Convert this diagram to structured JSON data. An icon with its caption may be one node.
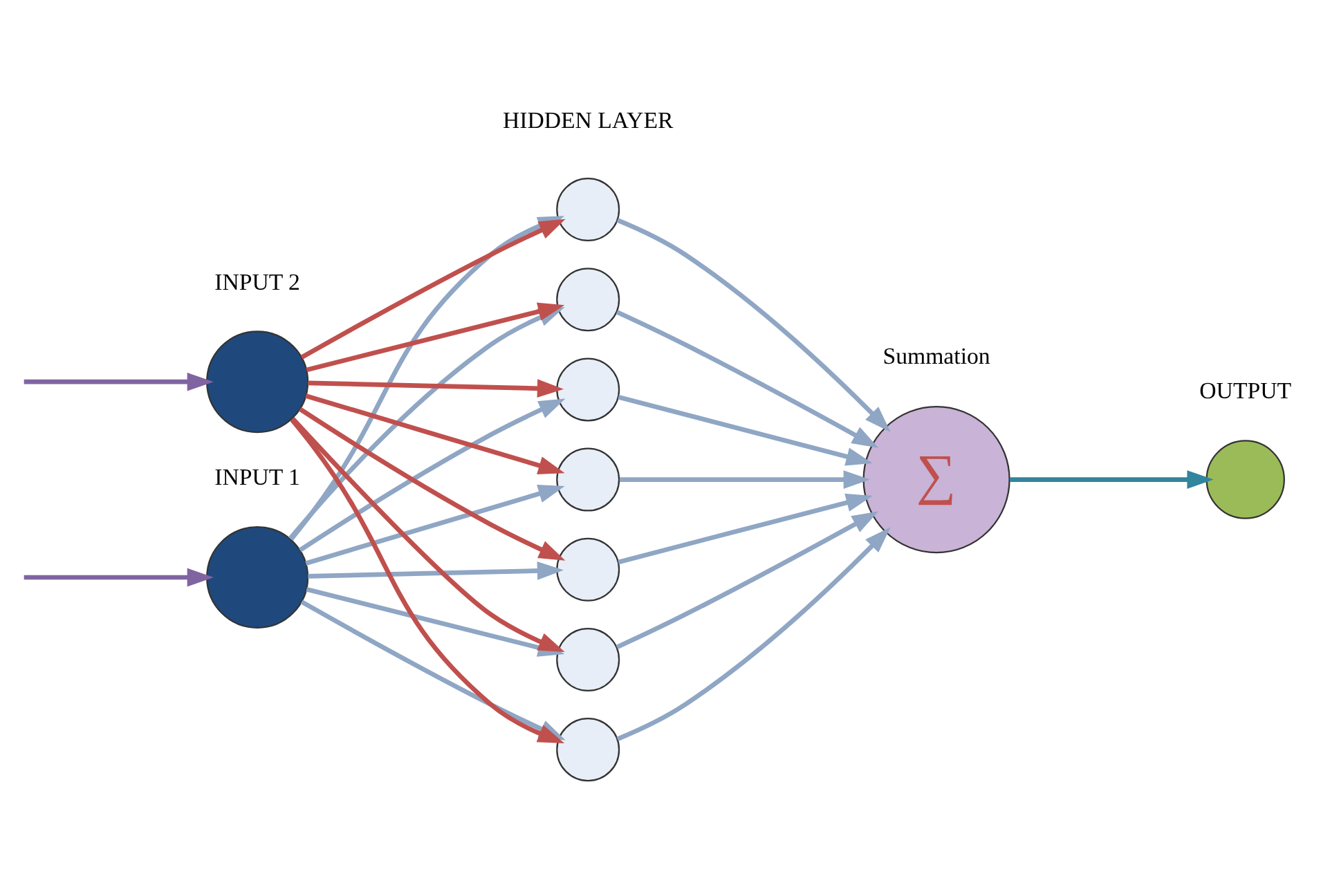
{
  "diagram": {
    "nodes": [
      {
        "text": [],
        "shape": "circle",
        "beside": [
          "INPUT 1"
        ]
      },
      {
        "text": [],
        "shape": "circle",
        "beside": [
          "INPUT 2"
        ]
      },
      {
        "text": [],
        "shape": "circle"
      },
      {
        "text": [],
        "shape": "circle"
      },
      {
        "text": [],
        "shape": "circle"
      },
      {
        "text": [],
        "shape": "circle"
      },
      {
        "text": [],
        "shape": "circle"
      },
      {
        "text": [],
        "shape": "circle"
      },
      {
        "text": [],
        "shape": "circle"
      },
      {
        "text": [
          "∑"
        ],
        "beside": [
          "Summation"
        ]
      },
      {
        "text": [],
        "shape": "circle",
        "beside": [
          "OUTPUT"
        ]
      }
    ],
    "edges": [
      {
        "from": null,
        "to": 0,
        "arrow": "to",
        "color": "#8064a2"
      },
      {
        "from": null,
        "to": 1,
        "arrow": "to",
        "color": "#8064a2"
      },
      {
        "from": 0,
        "to": 2,
        "arrow": "to"
      },
      {
        "from": 0,
        "to": 3,
        "arrow": "to"
      },
      {
        "from": 0,
        "to": 4,
        "arrow": "to"
      },
      {
        "from": 0,
        "to": 5,
        "arrow": "to"
      },
      {
        "from": 0,
        "to": 6,
        "arrow": "to"
      },
      {
        "from": 0,
        "to": 7,
        "arrow": "to"
      },
      {
        "from": 0,
        "to": 8,
        "arrow": "to"
      },
      {
        "from": 1,
        "to": 2,
        "arrow": "to",
        "color": "#c0504d"
      },
      {
        "from": 1,
        "to": 3,
        "arrow": "to",
        "color": "#c0504d"
      },
      {
        "from": 1,
        "to": 4,
        "arrow": "to",
        "color": "#c0504d"
      },
      {
        "from": 1,
        "to": 5,
        "arrow": "to",
        "color": "#c0504d"
      },
      {
        "from": 1,
        "to": 6,
        "arrow": "to",
        "color": "#c0504d"
      },
      {
        "from": 1,
        "to": 7,
        "arrow": "to",
        "color": "#c0504d"
      },
      {
        "from": 1,
        "to": 8,
        "arrow": "to",
        "color": "#c0504d"
      },
      {
        "from": 2,
        "to": 9,
        "arrow": "to"
      },
      {
        "from": 3,
        "to": 9,
        "arrow": "to"
      },
      {
        "from": 4,
        "to": 9,
        "arrow": "to"
      },
      {
        "from": 5,
        "to": 9,
        "arrow": "to"
      },
      {
        "from": 6,
        "to": 9,
        "arrow": "to"
      },
      {
        "from": 7,
        "to": 9,
        "arrow": "to"
      },
      {
        "from": 8,
        "to": 9,
        "arrow": "to"
      },
      {
        "from": 9,
        "to": 10,
        "arrow": "to",
        "color": "#31859c"
      }
    ],
    "labels": [
      "HIDDEN LAYER"
    ]
  }
}
